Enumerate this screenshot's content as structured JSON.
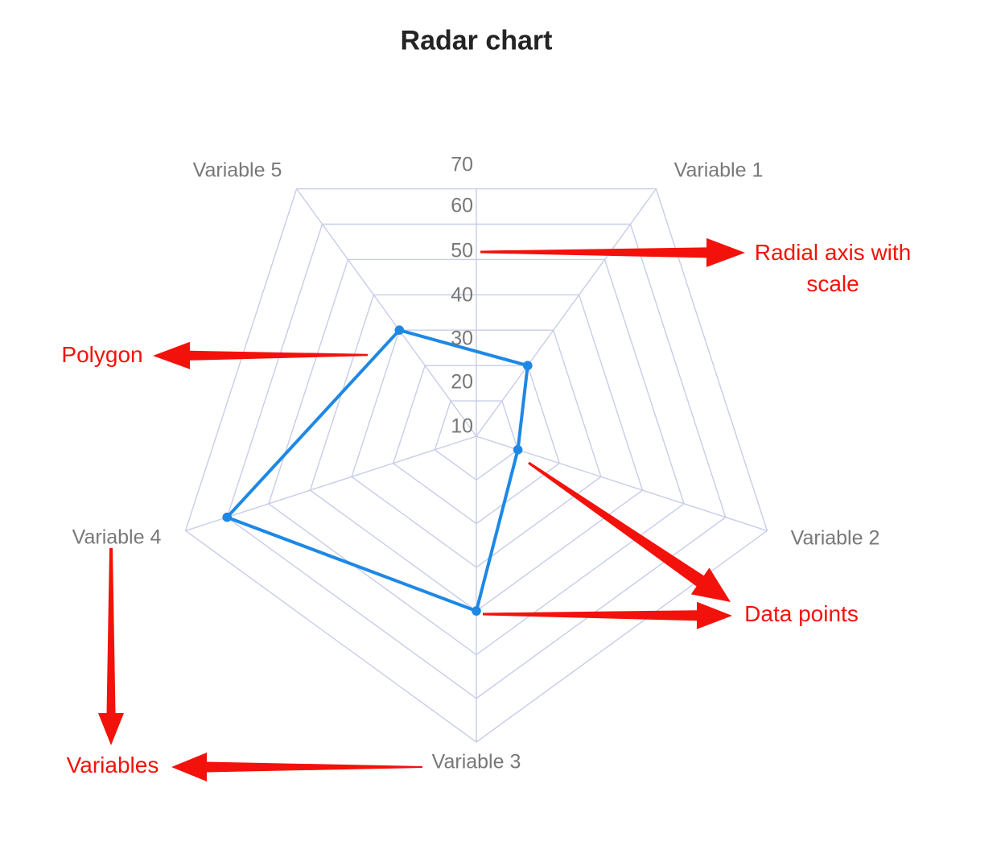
{
  "title": "Radar chart",
  "chart_data": {
    "type": "radar",
    "categories": [
      "Variable 1",
      "Variable 2",
      "Variable 3",
      "Variable 4",
      "Variable 5"
    ],
    "series": [
      {
        "values": [
          20,
          10,
          40,
          60,
          30
        ]
      }
    ],
    "scale": {
      "min": 0,
      "max": 70,
      "step": 10,
      "ticks": [
        10,
        20,
        30,
        40,
        50,
        60,
        70
      ]
    },
    "levels": 7,
    "grid_shape": "pentagon",
    "legend": "none",
    "colors": {
      "polygon": "#1e88e5",
      "grid": "#c7cde8",
      "labels": "#77787a",
      "annotations": "#f3120b",
      "title": "#242424"
    }
  },
  "annotations": {
    "radial_axis_label": "Radial axis with scale",
    "polygon_label": "Polygon",
    "data_points_label": "Data points",
    "variables_label": "Variables"
  }
}
